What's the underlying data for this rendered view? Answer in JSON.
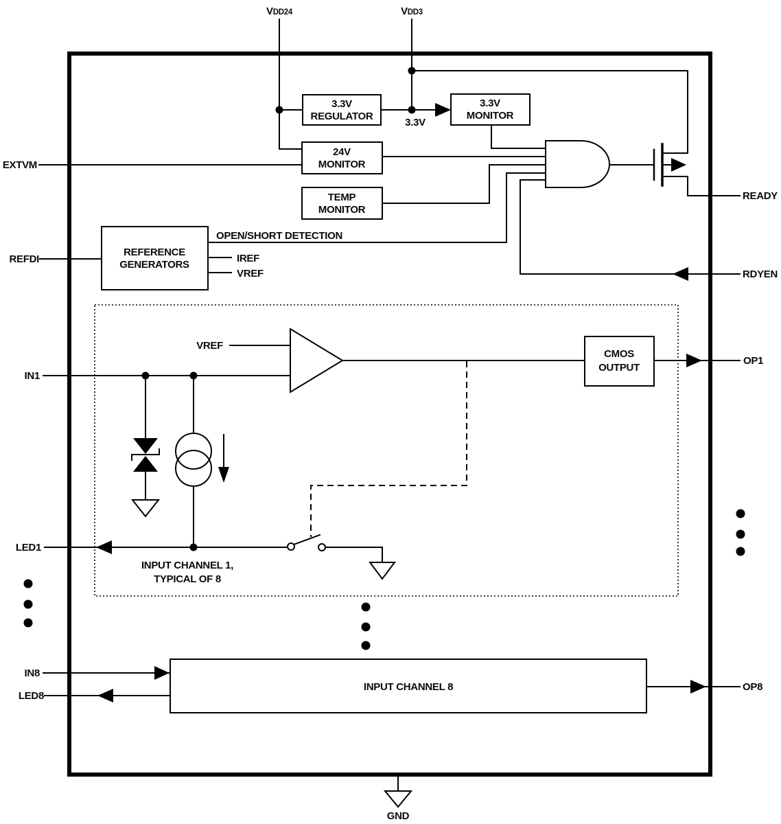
{
  "colors": {
    "line": "#000000",
    "text": "#0a0a0a",
    "background": "#ffffff"
  },
  "pins": {
    "top": [
      {
        "prefix": "V",
        "sub": "DD24"
      },
      {
        "prefix": "V",
        "sub": "DD3"
      }
    ],
    "left": [
      "EXTVM",
      "REFDI",
      "IN1",
      "LED1",
      "IN8",
      "LED8"
    ],
    "right": [
      "READY",
      "RDYEN",
      "OP1",
      "OP8"
    ],
    "bottom": [
      "GND"
    ]
  },
  "blocks": {
    "regulator_3v3": {
      "line1": "3.3V",
      "line2": "REGULATOR"
    },
    "monitor_3v3": {
      "line1": "3.3V",
      "line2": "MONITOR"
    },
    "monitor_24v": {
      "line1": "24V",
      "line2": "MONITOR"
    },
    "monitor_temp": {
      "line1": "TEMP",
      "line2": "MONITOR"
    },
    "reference_generators": {
      "line1": "REFERENCE",
      "line2": "GENERATORS"
    },
    "cmos_output": {
      "line1": "CMOS",
      "line2": "OUTPUT"
    },
    "input_channel_8": {
      "label": "INPUT CHANNEL 8"
    }
  },
  "net_labels": {
    "rail_3v3": "3.3V",
    "open_short_detection": "OPEN/SHORT DETECTION",
    "iref": "IREF",
    "vref": "VREF",
    "vref_comparator": "VREF",
    "channel_note_line1": "INPUT CHANNEL 1,",
    "channel_note_line2": "TYPICAL OF 8"
  }
}
